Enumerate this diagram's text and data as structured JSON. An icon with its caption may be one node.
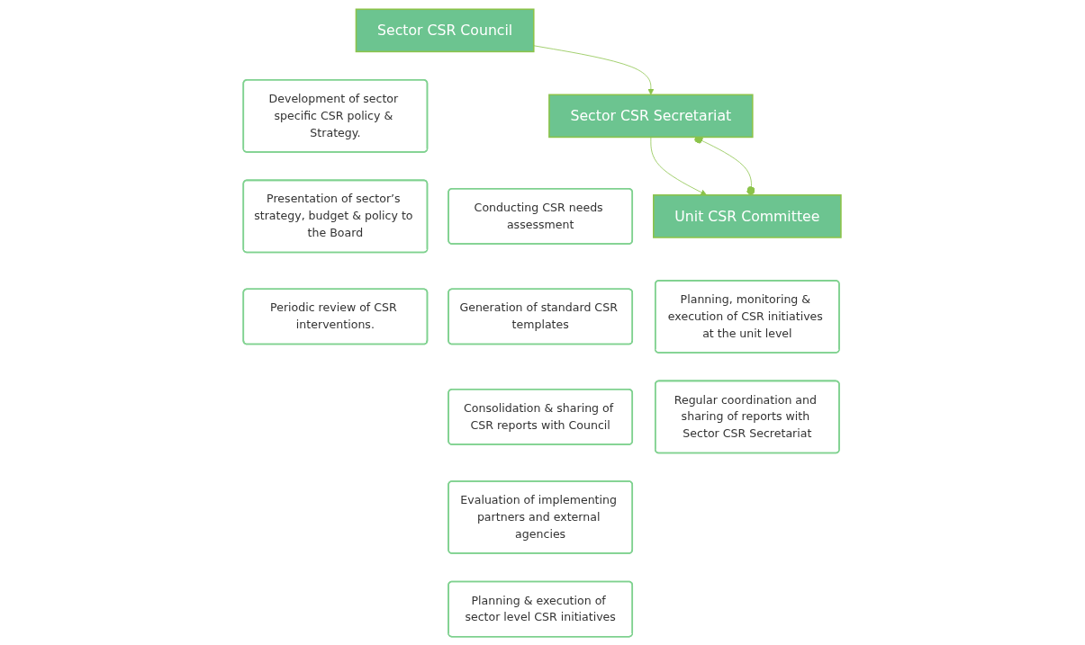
{
  "diagram": {
    "nodes": [
      {
        "text": [
          "Sector CSR Council"
        ]
      },
      {
        "text": [
          "Sector CSR Secretariat"
        ]
      },
      {
        "text": [
          "Unit CSR Committee"
        ]
      },
      {
        "text": [
          "Development of sector specific CSR policy & Strategy."
        ]
      },
      {
        "text": [
          "Presentation of sector’s strategy, budget & policy to the Board"
        ]
      },
      {
        "text": [
          "Periodic review of CSR interventions."
        ]
      },
      {
        "text": [
          "Conducting CSR needs assessment"
        ]
      },
      {
        "text": [
          "Generation of standard CSR templates"
        ]
      },
      {
        "text": [
          "Consolidation & sharing of CSR reports with Council"
        ]
      },
      {
        "text": [
          "Evaluation of implementing partners and external agencies"
        ]
      },
      {
        "text": [
          "Planning & execution of sector level CSR initiatives"
        ]
      },
      {
        "text": [
          "Planning, monitoring & execution of CSR initiatives at the unit level"
        ]
      },
      {
        "text": [
          "Regular coordination and sharing of reports with Sector CSR Secretariat"
        ]
      }
    ],
    "edges": [
      {
        "from": 0,
        "to": 1,
        "arrow": "to"
      },
      {
        "from": 1,
        "to": 2,
        "arrow": "to"
      },
      {
        "from": 1,
        "to": 2,
        "arrow": "other"
      }
    ]
  }
}
